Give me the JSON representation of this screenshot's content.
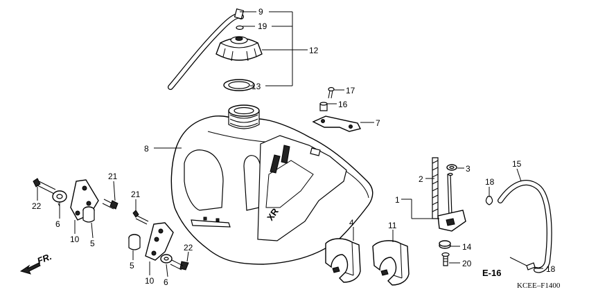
{
  "callouts": {
    "n1": "1",
    "n2": "2",
    "n3": "3",
    "n4": "4",
    "n5a": "5",
    "n5b": "5",
    "n6a": "6",
    "n6b": "6",
    "n7": "7",
    "n8": "8",
    "n9": "9",
    "n10a": "10",
    "n10b": "10",
    "n11": "11",
    "n12": "12",
    "n13": "13",
    "n14": "14",
    "n15": "15",
    "n16": "16",
    "n17": "17",
    "n18a": "18",
    "n18b": "18",
    "n19": "19",
    "n20": "20",
    "n21a": "21",
    "n21b": "21",
    "n22a": "22",
    "n22b": "22"
  },
  "reference": "E-16",
  "front_label": "FR.",
  "diagram_code": "KCEE–F1400",
  "tank_decal": "XR"
}
